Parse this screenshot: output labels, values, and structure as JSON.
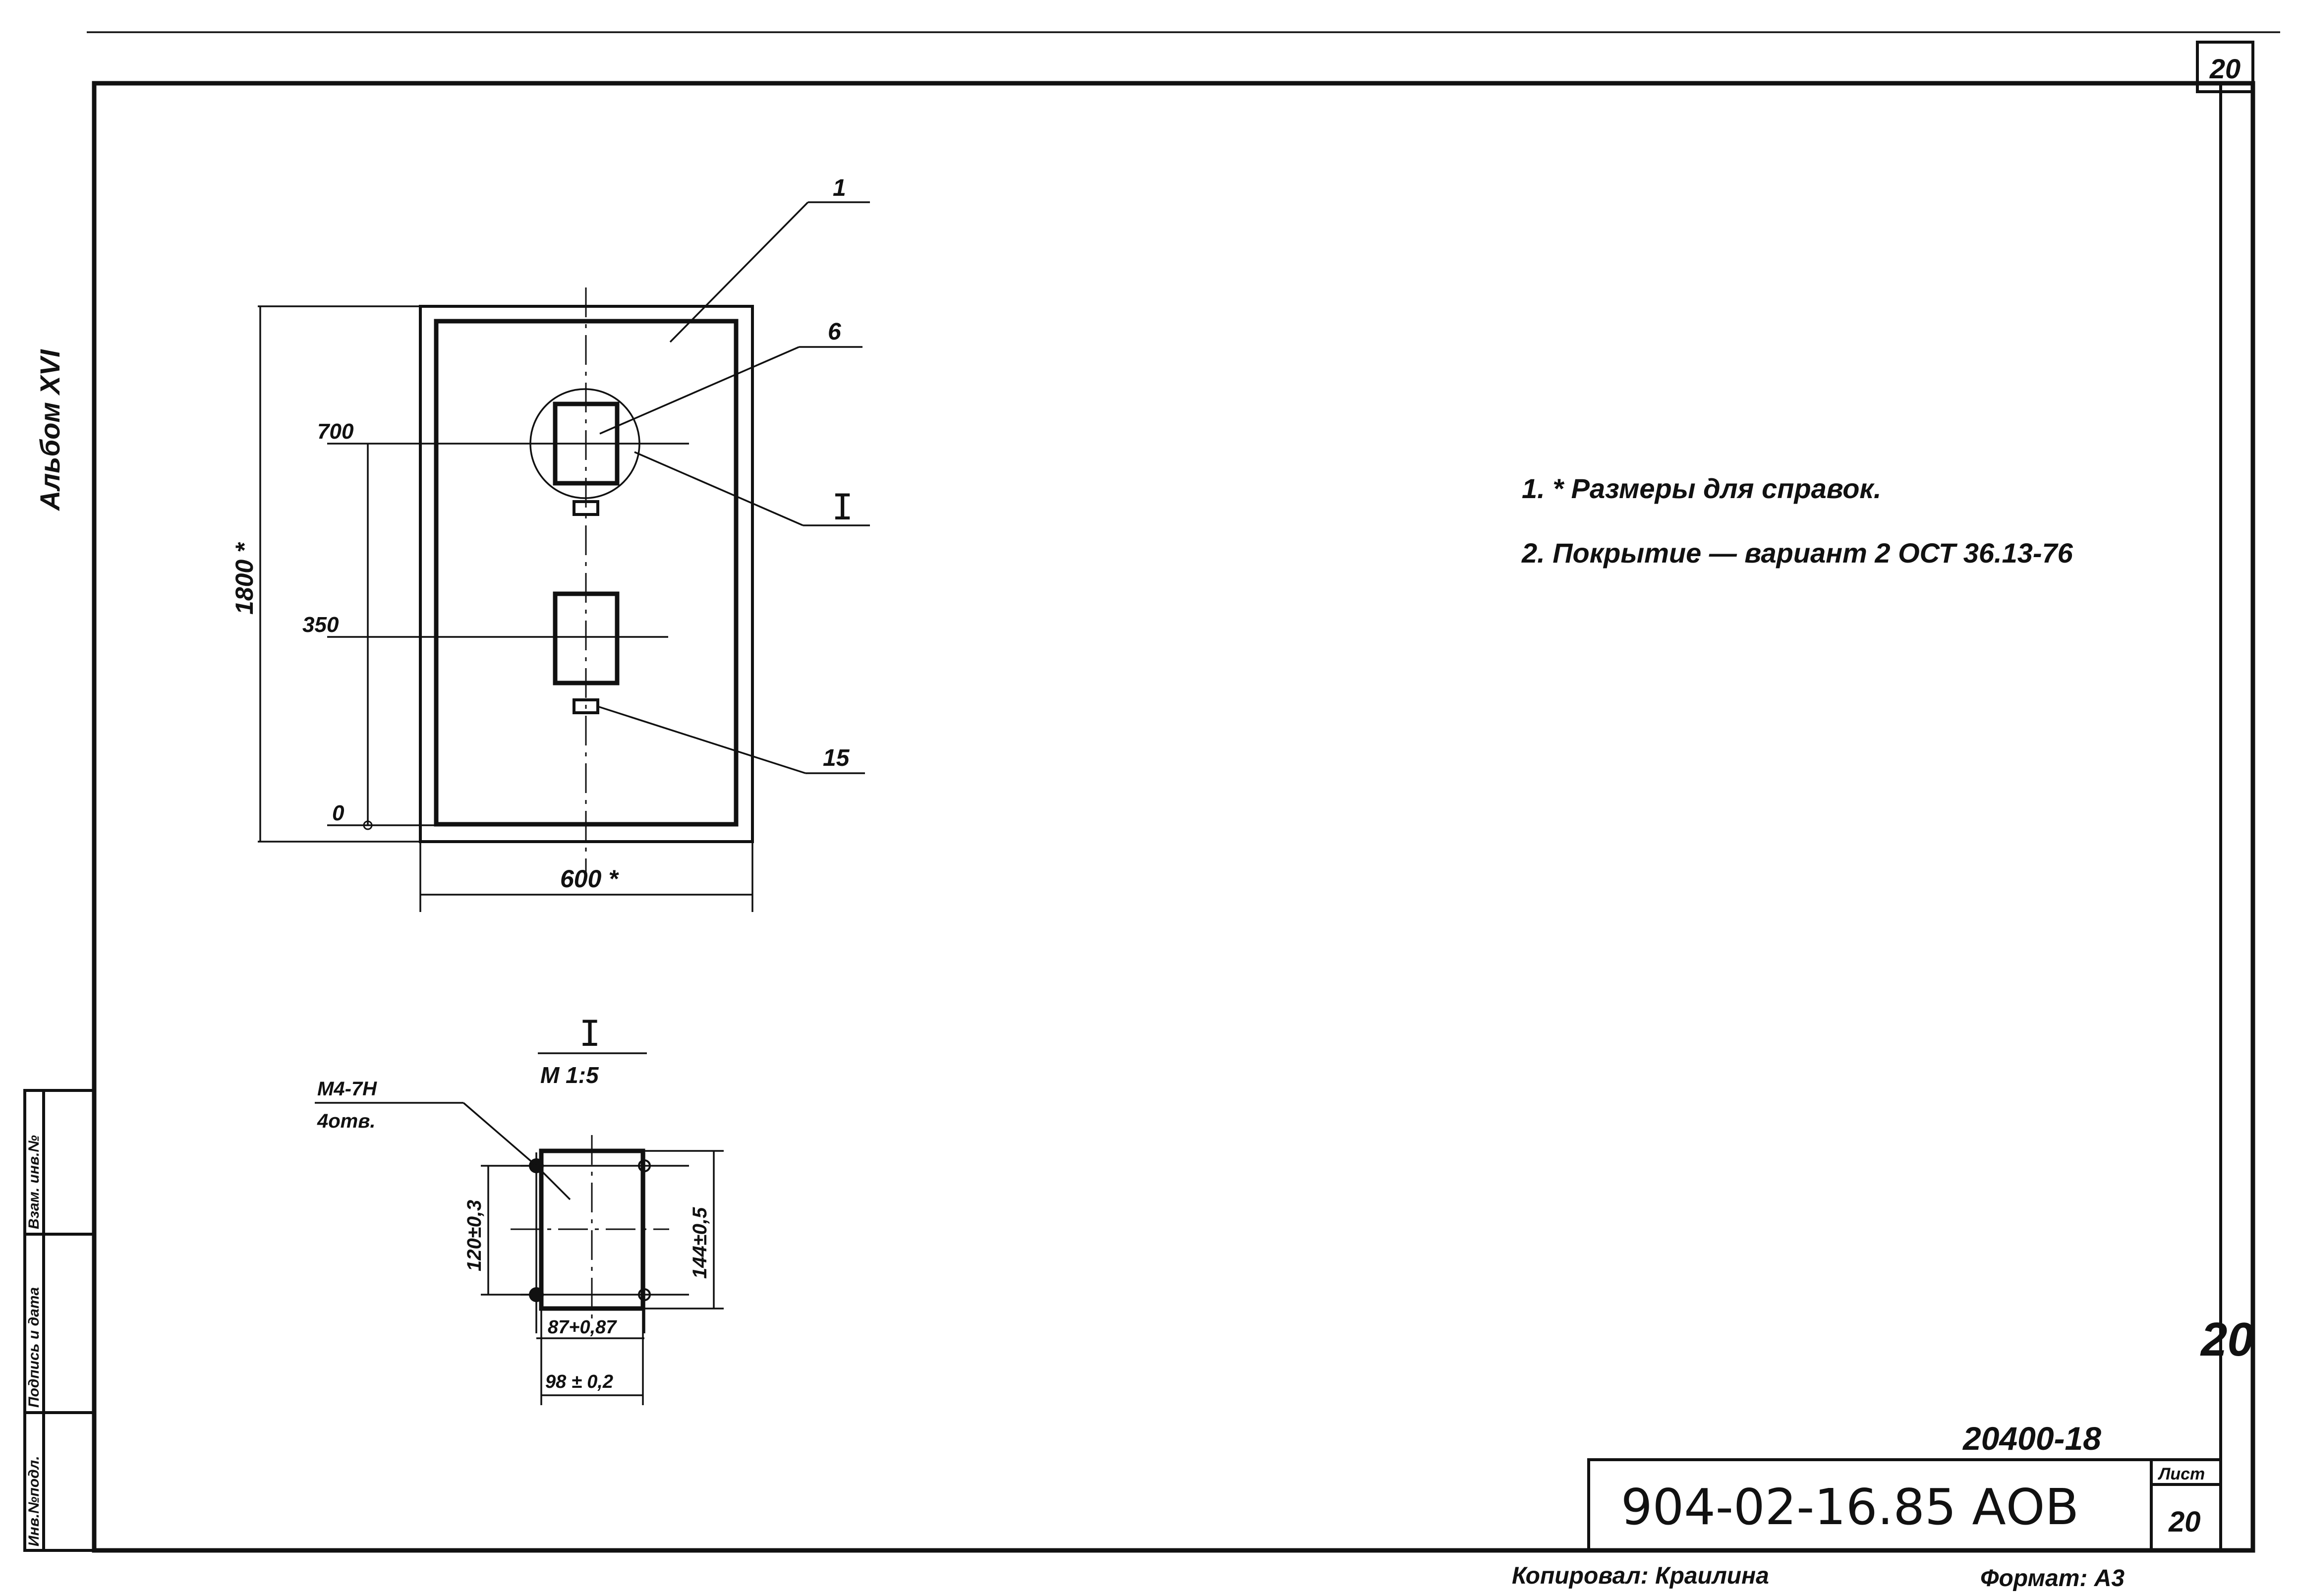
{
  "sheet": {
    "page_number": "20",
    "album_label": "Альбом XVI",
    "handwritten_number": "20",
    "archive_number": "20400-18",
    "document_code": "904-02-16.85 АОВ",
    "sheet_label": "Лист",
    "sheet_number": "20",
    "copied_by": "Копировал: Краилина",
    "format_label": "Формат: А3"
  },
  "side_stamp": {
    "inv_orig": "Инв.№подл.",
    "sign_date": "Подпись и дата",
    "inv_replace": "Взам. инв.№"
  },
  "notes": [
    "1. * Размеры для справок.",
    "2. Покрытие — вариант 2   ОСТ 36.13-76"
  ],
  "main_view": {
    "height_dim": "1800 *",
    "width_dim": "600 *",
    "level_700": "700",
    "level_350": "350",
    "level_0": "0",
    "callout_1": "1",
    "callout_6": "6",
    "callout_15": "15",
    "detail_ref": "I"
  },
  "detail_view": {
    "title": "I",
    "scale": "М 1:5",
    "thread_label": "М4-7Н",
    "holes_label": "4отв.",
    "dim_height_inner": "120±0,3",
    "dim_height_outer": "144±0,5",
    "dim_width_inner": "87+0,87",
    "dim_width_outer": "98 ± 0,2"
  }
}
